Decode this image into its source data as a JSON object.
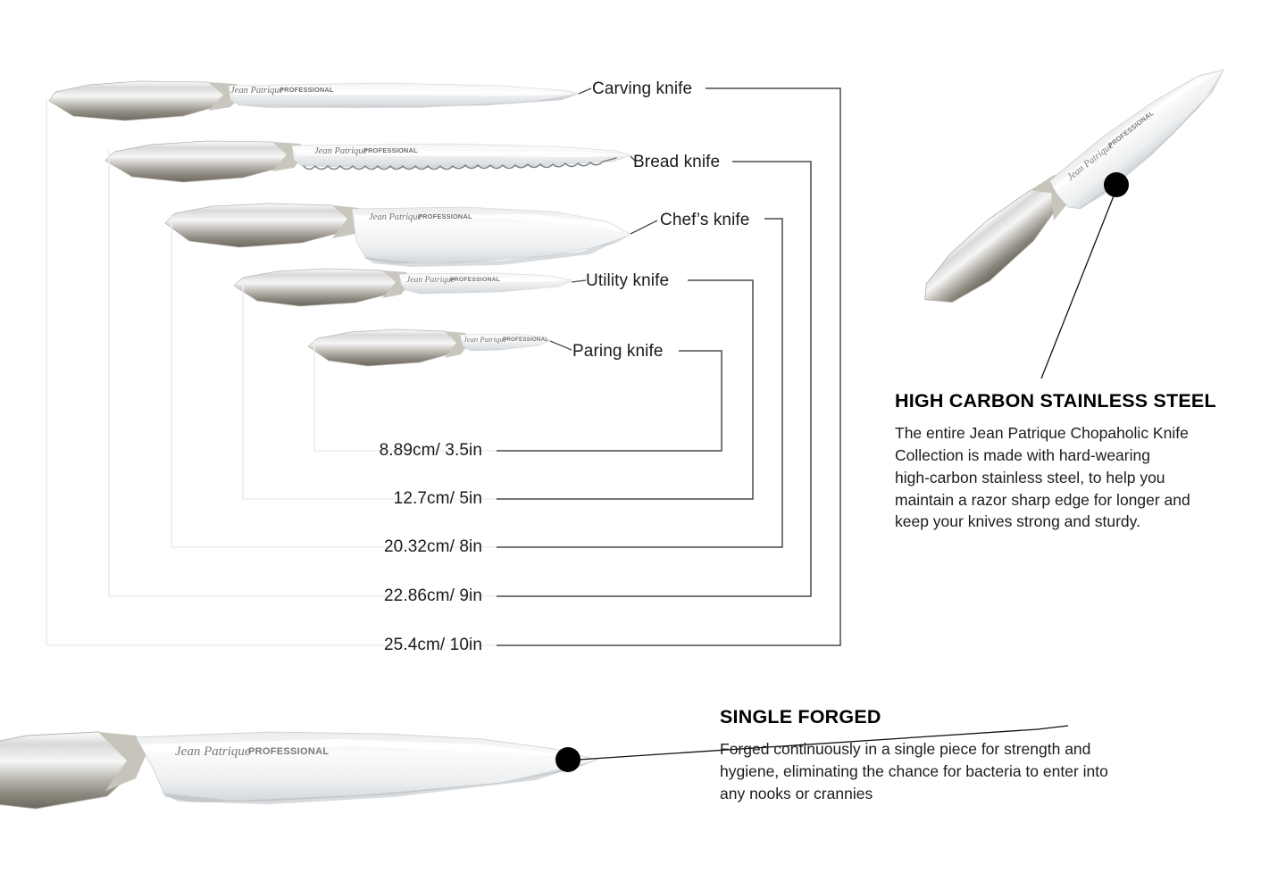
{
  "page": {
    "background": "#ffffff",
    "brand": "Jean Patrique",
    "brand_suffix": "PROFESSIONAL"
  },
  "knife_chart": {
    "labels": [
      {
        "name": "Carving knife",
        "size": "25.4cm/ 10in"
      },
      {
        "name": "Bread knife",
        "size": "22.86cm/ 9in"
      },
      {
        "name": "Chef’s knife",
        "size": "20.32cm/ 8in"
      },
      {
        "name": "Utility knife",
        "size": "12.7cm/ 5in"
      },
      {
        "name": "Paring knife",
        "size": "8.89cm/ 3.5in"
      }
    ],
    "size_list": [
      "8.89cm/ 3.5in",
      "12.7cm/ 5in",
      "20.32cm/ 8in",
      "22.86cm/ 9in",
      "25.4cm/ 10in"
    ],
    "label_line_color": "#4a4a4a",
    "bracket_color": "#ededed"
  },
  "features": [
    {
      "id": "high-carbon-stainless-steel",
      "title": "HIGH CARBON STAINLESS STEEL",
      "body_lines": [
        "The entire Jean Patrique Chopaholic Knife",
        "Collection is made with hard-wearing",
        "high-carbon stainless steel, to help you",
        "maintain a razor sharp edge for longer and",
        "keep your knives strong and sturdy."
      ]
    },
    {
      "id": "single-forged",
      "title": "SINGLE FORGED",
      "body_lines": [
        "Forged continuously in a single piece for strength and",
        "hygiene, eliminating the chance for bacteria to enter into",
        "any nooks or crannies"
      ]
    }
  ],
  "callouts": [
    {
      "id": "steel-dot",
      "target": "blade-upper-right",
      "color": "#000000"
    },
    {
      "id": "forged-dot",
      "target": "blade-bottom-left",
      "color": "#000000"
    }
  ]
}
